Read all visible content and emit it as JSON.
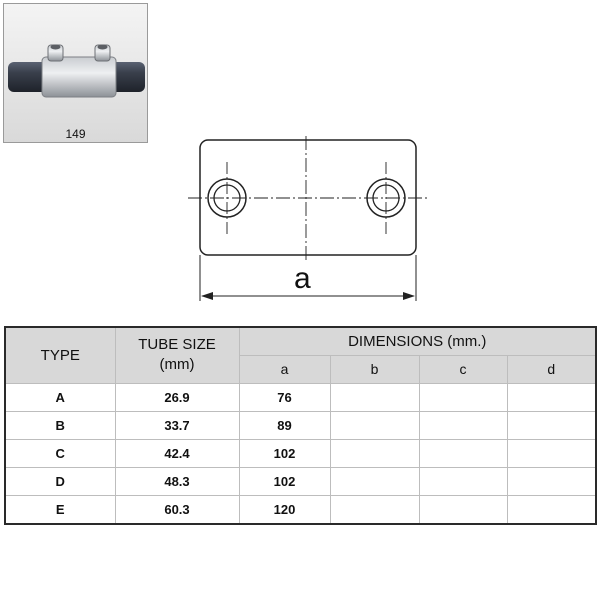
{
  "product": {
    "code": "149"
  },
  "drawing": {
    "dimension_label": "a"
  },
  "table": {
    "headers": {
      "type": "TYPE",
      "tube_size_line1": "TUBE SIZE",
      "tube_size_line2": "(mm)",
      "dimensions": "DIMENSIONS (mm.)",
      "cols": [
        "a",
        "b",
        "c",
        "d"
      ]
    },
    "rows": [
      {
        "type": "A",
        "tube_size": "26.9",
        "a": "76",
        "b": "",
        "c": "",
        "d": ""
      },
      {
        "type": "B",
        "tube_size": "33.7",
        "a": "89",
        "b": "",
        "c": "",
        "d": ""
      },
      {
        "type": "C",
        "tube_size": "42.4",
        "a": "102",
        "b": "",
        "c": "",
        "d": ""
      },
      {
        "type": "D",
        "tube_size": "48.3",
        "a": "102",
        "b": "",
        "c": "",
        "d": ""
      },
      {
        "type": "E",
        "tube_size": "60.3",
        "a": "120",
        "b": "",
        "c": "",
        "d": ""
      }
    ]
  }
}
